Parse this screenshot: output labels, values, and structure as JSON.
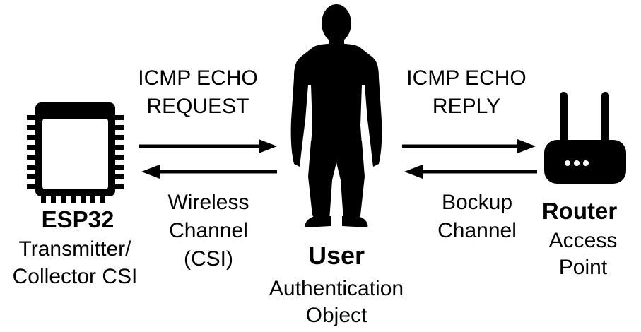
{
  "esp32": {
    "name": "ESP32",
    "role_line1": "Transmitter/",
    "role_line2": "Collector CSI",
    "icon": "microchip-icon"
  },
  "user": {
    "name": "User",
    "role_line1": "Authentication",
    "role_line2": "Object",
    "icon": "person-silhouette-icon"
  },
  "router": {
    "name": "Router",
    "role_line1": "Access",
    "role_line2": "Point",
    "icon": "router-icon"
  },
  "left_link": {
    "top_line1": "ICMP ECHO",
    "top_line2": "REQUEST",
    "bottom_line1": "Wireless",
    "bottom_line2": "Channel",
    "bottom_line3": "(CSI)"
  },
  "right_link": {
    "top_line1": "ICMP ECHO",
    "top_line2": "REPLY",
    "bottom_line1": "Bockup",
    "bottom_line2": "Channel"
  },
  "colors": {
    "ink": "#000000",
    "background": "#ffffff"
  }
}
